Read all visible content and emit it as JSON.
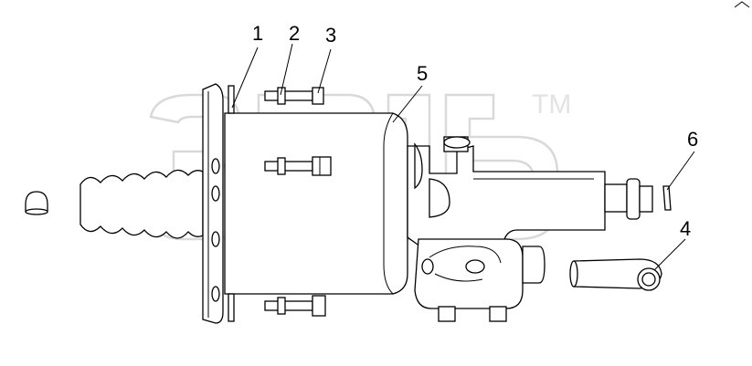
{
  "watermark": {
    "trademark": "TM"
  },
  "callouts": [
    {
      "id": "1",
      "label": "1"
    },
    {
      "id": "2",
      "label": "2"
    },
    {
      "id": "3",
      "label": "3"
    },
    {
      "id": "4",
      "label": "4"
    },
    {
      "id": "5",
      "label": "5"
    },
    {
      "id": "6",
      "label": "6"
    }
  ]
}
